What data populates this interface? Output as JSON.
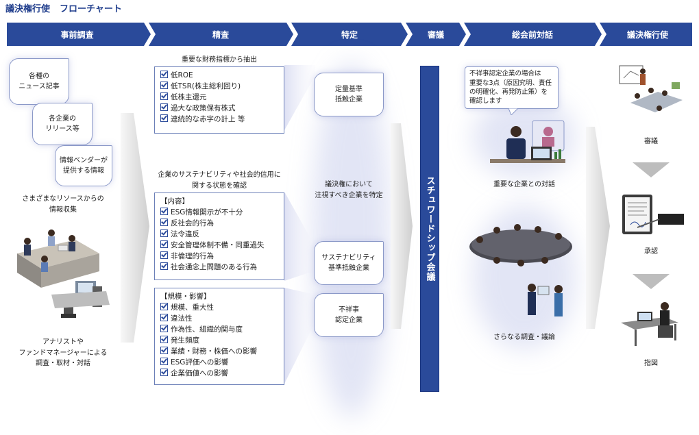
{
  "title": {
    "main": "議決権行使",
    "sub": "フローチャート"
  },
  "stages": [
    "事前調査",
    "精査",
    "特定",
    "審議",
    "総会前対話",
    "議決権行使"
  ],
  "pre": {
    "bubbles": [
      "各種の\nニュース記事",
      "各企業の\nリリース等",
      "情報ベンダーが\n提供する情報"
    ],
    "caption1": "さまざまなリソースからの\n情報収集",
    "caption2": "アナリストや\nファンドマネージャーによる\n調査・取材・対話"
  },
  "review": {
    "heading1": "重要な財務指標から抽出",
    "fin_items": [
      "低ROE",
      "低TSR(株主総利回り)",
      "低株主還元",
      "過大な政策保有株式",
      "連続的な赤字の計上 等"
    ],
    "heading2": "企業のサステナビリティや社会的信用に\n関する状態を確認",
    "content_label": "【内容】",
    "content_items": [
      "ESG情報開示が不十分",
      "反社会的行為",
      "法令違反",
      "安全管理体制不備・同重過失",
      "非倫理的行為",
      "社会通念上問題のある行為"
    ],
    "scale_label": "【規模・影響】",
    "scale_items": [
      "規模、重大性",
      "違法性",
      "作為性、組織的関与度",
      "発生頻度",
      "業績・財務・株価への影響",
      "ESG評価への影響",
      "企業価値への影響"
    ]
  },
  "identify": {
    "box1": "定量基準\n抵触企業",
    "middle": "議決権において\n注視すべき企業を特定",
    "box2": "サステナビリティ\n基準抵触企業",
    "box3": "不祥事\n認定企業"
  },
  "deliberation": {
    "bar": "スチュワードシップ会議"
  },
  "dialogue": {
    "bubble": "不祥事認定企業の場合は\n重要な3点（原因究明、責任\nの明確化、再発防止策）を\n確認します",
    "caption1": "重要な企業との対話",
    "caption2": "さらなる調査・議論"
  },
  "voting": {
    "step1": "審議",
    "step2": "承認",
    "step3": "指図"
  },
  "colors": {
    "navy": "#2a4a9a",
    "border": "#6b7fb8"
  }
}
